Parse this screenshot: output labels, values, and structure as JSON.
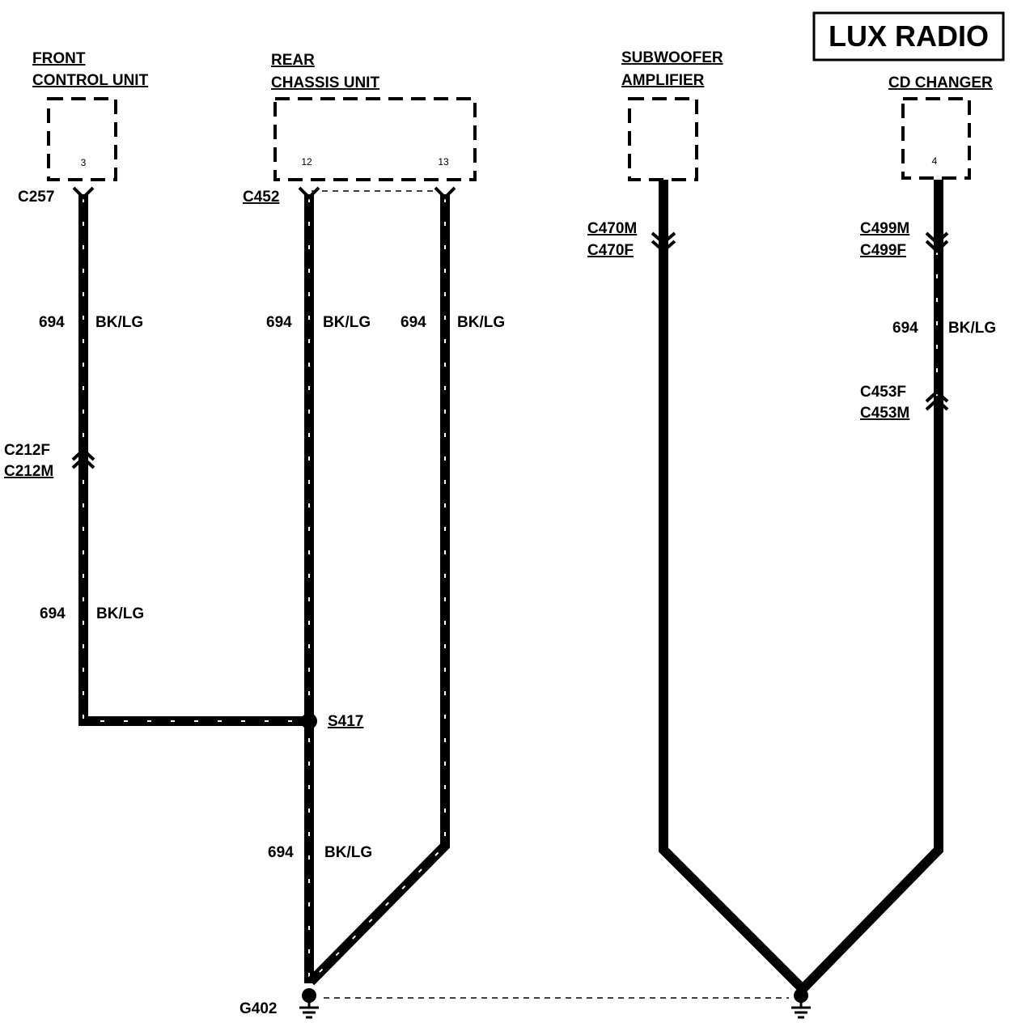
{
  "title": "LUX RADIO",
  "components": {
    "front_control_unit": {
      "line1": "FRONT",
      "line2": "CONTROL UNIT",
      "pin": "3"
    },
    "rear_chassis_unit": {
      "line1": "REAR",
      "line2": "CHASSIS UNIT",
      "pin_a": "12",
      "pin_b": "13"
    },
    "subwoofer_amplifier": {
      "line1": "SUBWOOFER",
      "line2": "AMPLIFIER"
    },
    "cd_changer": {
      "line1": "CD CHANGER",
      "pin": "4"
    }
  },
  "connectors": {
    "c257": "C257",
    "c452": "C452",
    "c212f": "C212F",
    "c212m": "C212M",
    "c470m": "C470M",
    "c470f": "C470F",
    "c499m": "C499M",
    "c499f": "C499F",
    "c453f": "C453F",
    "c453m": "C453M"
  },
  "splice": "S417",
  "ground": "G402",
  "wire": {
    "circuit": "694",
    "color": "BK/LG"
  }
}
